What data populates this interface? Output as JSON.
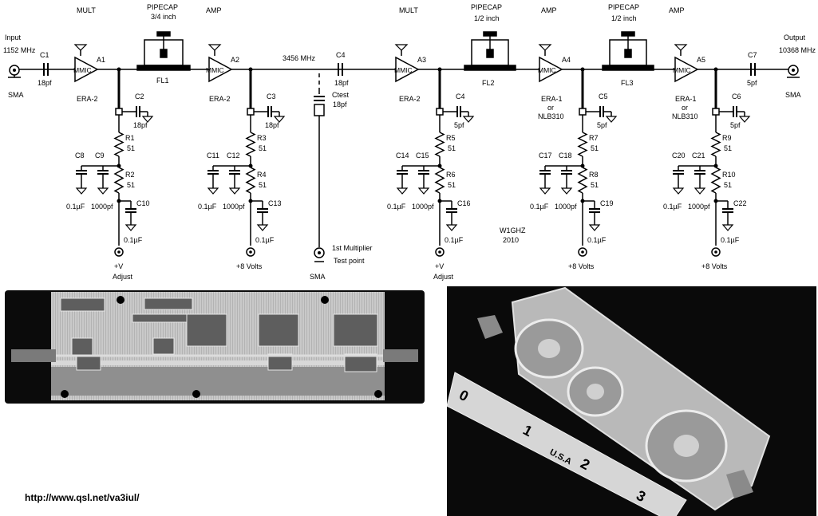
{
  "schematic": {
    "input": {
      "label": "Input",
      "freq": "1152 MHz",
      "connector": "SMA"
    },
    "output": {
      "label": "Output",
      "freq": "10368 MHz",
      "connector": "SMA"
    },
    "mid_freq": "3456 MHz",
    "credit": {
      "call": "W1GHZ",
      "year": "2010"
    },
    "stages": {
      "a1": {
        "ref": "A1",
        "role": "MULT",
        "chip": "MMIC",
        "part": "ERA-2"
      },
      "a2": {
        "ref": "A2",
        "role": "AMP",
        "chip": "MMIC",
        "part": "ERA-2"
      },
      "a3": {
        "ref": "A3",
        "role": "MULT",
        "chip": "MMIC",
        "part": "ERA-2"
      },
      "a4": {
        "ref": "A4",
        "role": "AMP",
        "chip": "MMIC",
        "part": "ERA-1",
        "or": "or",
        "alt": "NLB310"
      },
      "a5": {
        "ref": "A5",
        "role": "AMP",
        "chip": "MMIC",
        "part": "ERA-1",
        "or": "or",
        "alt": "NLB310"
      }
    },
    "filters": {
      "fl1": {
        "ref": "FL1",
        "title": "PIPECAP",
        "size": "3/4 inch"
      },
      "fl2": {
        "ref": "FL2",
        "title": "PIPECAP",
        "size": "1/2 inch"
      },
      "fl3": {
        "ref": "FL3",
        "title": "PIPECAP",
        "size": "1/2 inch"
      }
    },
    "coupling_caps": {
      "c1": {
        "ref": "C1",
        "value": "18pf"
      },
      "c4": {
        "ref": "C4",
        "value": "18pf"
      },
      "c7": {
        "ref": "C7",
        "value": "5pf"
      }
    },
    "test_point": {
      "cap_ref": "Ctest",
      "cap_value": "18pf",
      "line1": "1st Multiplier",
      "line2": "Test point",
      "connector": "SMA"
    },
    "bias": {
      "b1": {
        "cd": "C2",
        "cd_val": "18pf",
        "r1": "R1",
        "r1_val": "51",
        "ca": "C8",
        "ca_val": "0.1µF",
        "cb": "C9",
        "cb_val": "1000pf",
        "r2": "R2",
        "r2_val": "51",
        "cc": "C10",
        "cc_val": "0.1µF",
        "supply1": "+V",
        "supply2": "Adjust"
      },
      "b2": {
        "cd": "C3",
        "cd_val": "18pf",
        "r1": "R3",
        "r1_val": "51",
        "ca": "C11",
        "ca_val": "0.1µF",
        "cb": "C12",
        "cb_val": "1000pf",
        "r2": "R4",
        "r2_val": "51",
        "cc": "C13",
        "cc_val": "0.1µF",
        "supply1": "+8 Volts",
        "supply2": ""
      },
      "b3": {
        "cd": "C4",
        "cd_val": "5pf",
        "r1": "R5",
        "r1_val": "51",
        "ca": "C14",
        "ca_val": "0.1µF",
        "cb": "C15",
        "cb_val": "1000pf",
        "r2": "R6",
        "r2_val": "51",
        "cc": "C16",
        "cc_val": "0.1µF",
        "supply1": "+V",
        "supply2": "Adjust"
      },
      "b4": {
        "cd": "C5",
        "cd_val": "5pf",
        "r1": "R7",
        "r1_val": "51",
        "ca": "C17",
        "ca_val": "0.1µF",
        "cb": "C18",
        "cb_val": "1000pf",
        "r2": "R8",
        "r2_val": "51",
        "cc": "C19",
        "cc_val": "0.1µF",
        "supply1": "+8 Volts",
        "supply2": ""
      },
      "b5": {
        "cd": "C6",
        "cd_val": "5pf",
        "r1": "R9",
        "r1_val": "51",
        "ca": "C20",
        "ca_val": "0.1µF",
        "cb": "C21",
        "cb_val": "1000pf",
        "r2": "R10",
        "r2_val": "51",
        "cc": "C22",
        "cc_val": "0.1µF",
        "supply1": "+8 Volts",
        "supply2": ""
      }
    }
  },
  "photos": {
    "ruler_marks": [
      "0",
      "1",
      "2",
      "3"
    ],
    "ruler_text": "U.S.A"
  },
  "url": "http://www.qsl.net/va3iul/"
}
